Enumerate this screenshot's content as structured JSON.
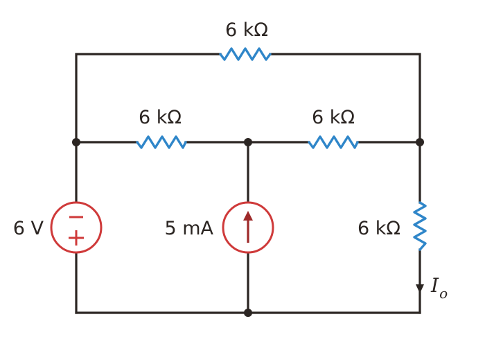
{
  "colors": {
    "wire": "#2b2522",
    "resistor": "#2f86c9",
    "source": "#cf3a3a",
    "current_source_arrow": "#9e2a2a"
  },
  "labels": {
    "r_top": "6 kΩ",
    "r_mid_left": "6 kΩ",
    "r_mid_right": "6 kΩ",
    "r_right": "6 kΩ",
    "voltage_source": "6 V",
    "current_source": "5 mA",
    "current_symbol": "I",
    "current_subscript": "o"
  },
  "voltage_source": {
    "top_sign": "−",
    "bottom_sign": "+"
  }
}
